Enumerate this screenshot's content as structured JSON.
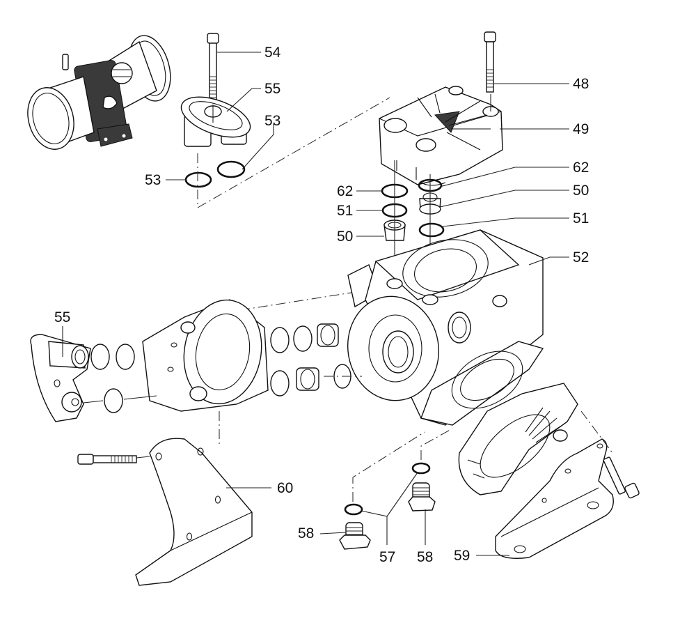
{
  "diagram": {
    "type": "exploded-parts-view",
    "subject": "pump body assembly",
    "callouts": [
      {
        "id": "c48",
        "label": "48",
        "part": "cap screw (head cover)"
      },
      {
        "id": "c49",
        "label": "49",
        "part": "head cover"
      },
      {
        "id": "c62a",
        "label": "62",
        "part": "o-ring"
      },
      {
        "id": "c62b",
        "label": "62",
        "part": "o-ring"
      },
      {
        "id": "c50a",
        "label": "50",
        "part": "valve"
      },
      {
        "id": "c50b",
        "label": "50",
        "part": "valve"
      },
      {
        "id": "c51a",
        "label": "51",
        "part": "o-ring"
      },
      {
        "id": "c51b",
        "label": "51",
        "part": "o-ring"
      },
      {
        "id": "c52",
        "label": "52",
        "part": "pump body"
      },
      {
        "id": "c54",
        "label": "54",
        "part": "cap screw (manifold)"
      },
      {
        "id": "c55a",
        "label": "55",
        "part": "manifold"
      },
      {
        "id": "c55b",
        "label": "55",
        "part": "manifold (side)"
      },
      {
        "id": "c53a",
        "label": "53",
        "part": "o-ring"
      },
      {
        "id": "c53b",
        "label": "53",
        "part": "o-ring"
      },
      {
        "id": "c60",
        "label": "60",
        "part": "mounting bracket (left)"
      },
      {
        "id": "c59",
        "label": "59",
        "part": "mounting bracket (right)"
      },
      {
        "id": "c58a",
        "label": "58",
        "part": "drain plug"
      },
      {
        "id": "c58b",
        "label": "58",
        "part": "drain plug"
      },
      {
        "id": "c57",
        "label": "57",
        "part": "sealing ring"
      }
    ],
    "inset": {
      "name": "assembled-pump-thumbnail"
    }
  }
}
